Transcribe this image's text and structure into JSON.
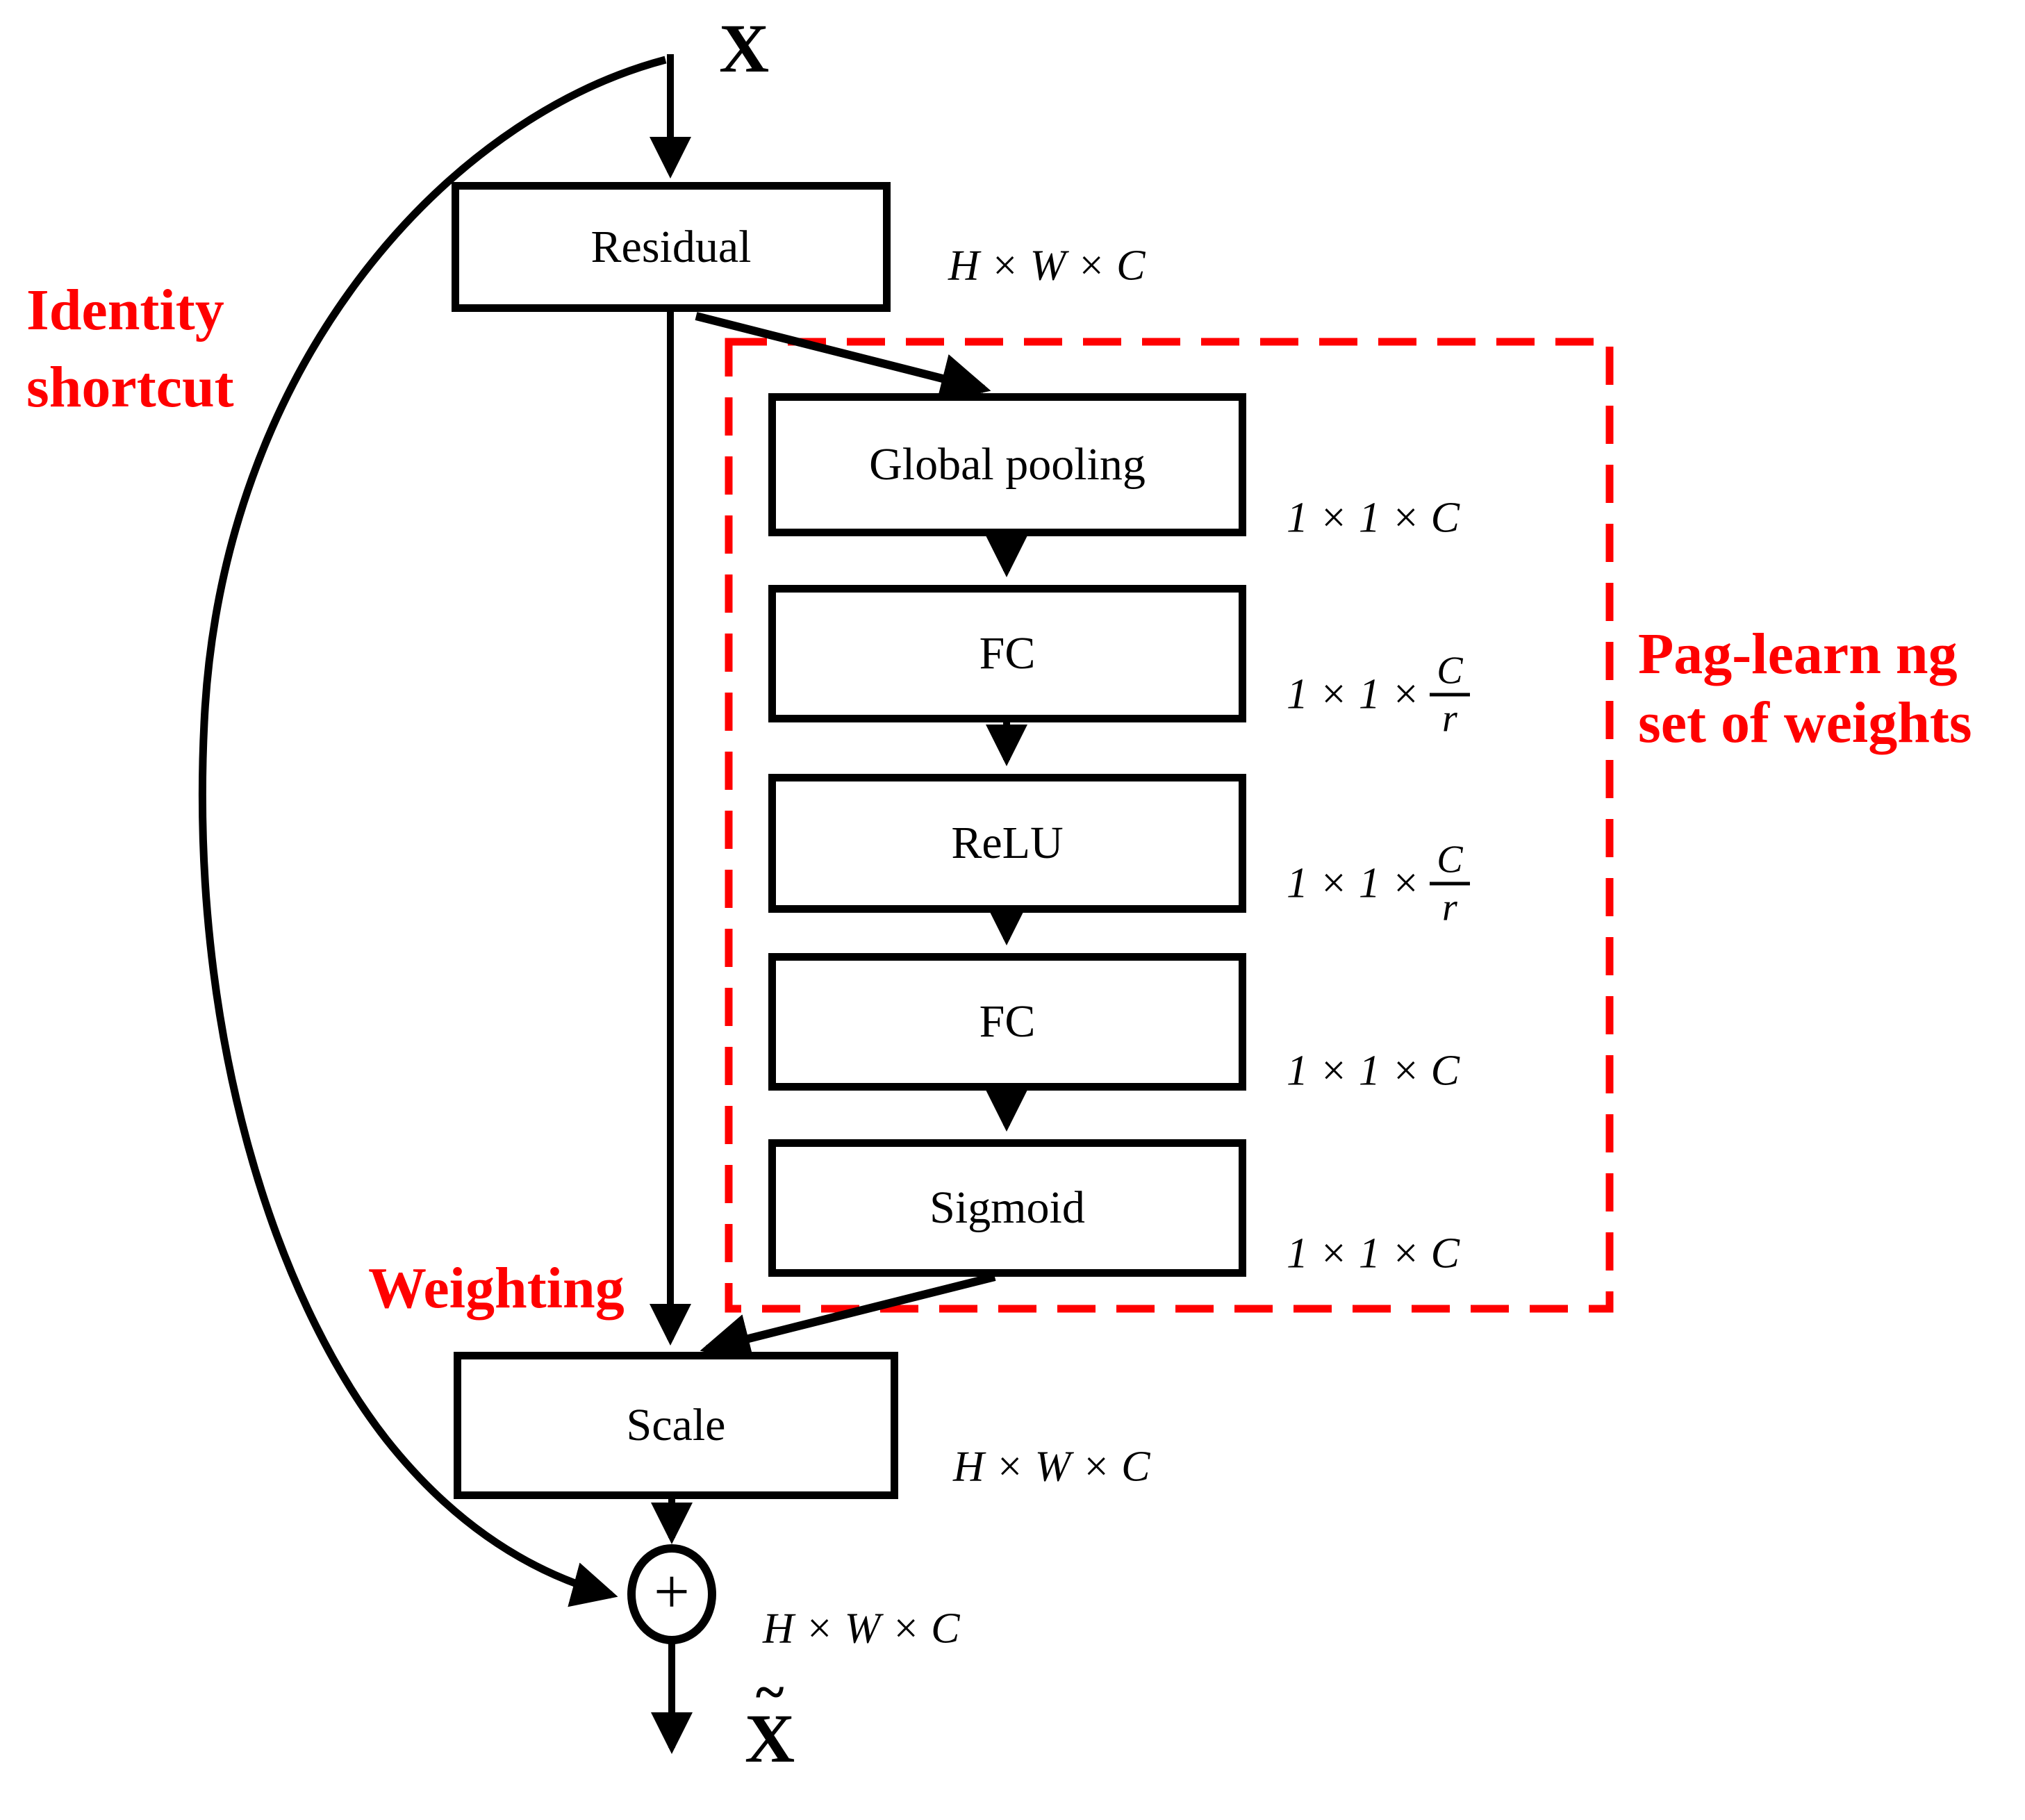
{
  "colors": {
    "annotation_red": "#ff0000",
    "line_black": "#000000",
    "background": "#ffffff"
  },
  "nodes": {
    "input_label": "X",
    "residual": {
      "label": "Residual",
      "dim": "H × W × C"
    },
    "global_pooling": {
      "label": "Global pooling",
      "dim": "1 × 1 × C"
    },
    "fc1": {
      "label": "FC",
      "dim_prefix": "1 × 1 ×",
      "dim_num": "C",
      "dim_den": "r"
    },
    "relu": {
      "label": "ReLU",
      "dim_prefix": "1 × 1 ×",
      "dim_num": "C",
      "dim_den": "r"
    },
    "fc2": {
      "label": "FC",
      "dim": "1 × 1 × C"
    },
    "sigmoid": {
      "label": "Sigmoid",
      "dim": "1 × 1 × C"
    },
    "scale": {
      "label": "Scale",
      "dim": "H × W × C"
    },
    "sum": {
      "symbol": "+",
      "dim": "H × W × C"
    },
    "output": {
      "tilde": "~",
      "base": "X"
    }
  },
  "annotations": {
    "identity_line1": "Identity",
    "identity_line2": "shortcut",
    "weighting": "Weighting",
    "pag_line1": "Pag-learn ng",
    "pag_line2": "set of weights"
  }
}
